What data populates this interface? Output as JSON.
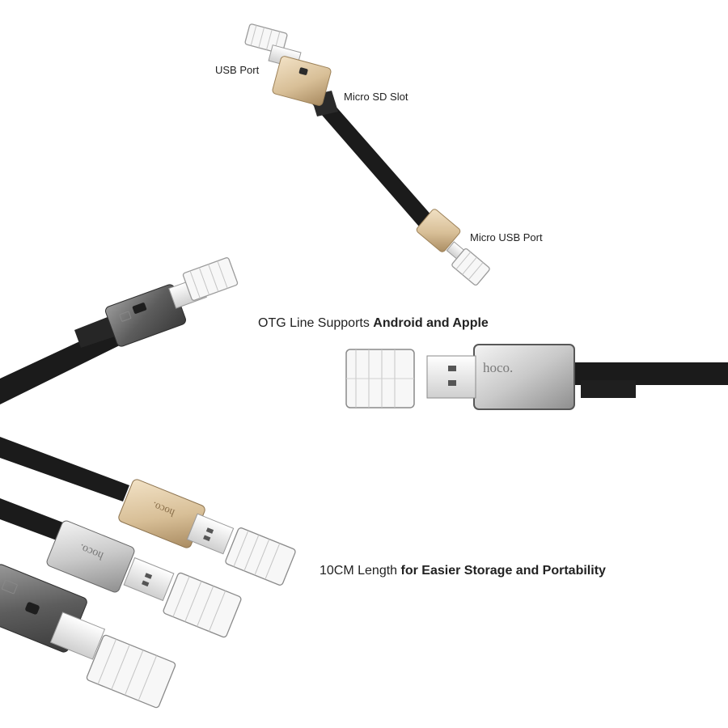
{
  "callouts": {
    "usb_port": "USB Port",
    "micro_sd_slot": "Micro SD Slot",
    "micro_usb_port": "Micro USB Port"
  },
  "headline_otg": {
    "plain": "OTG Line Supports ",
    "bold": "Android and Apple"
  },
  "headline_length": {
    "plain": "10CM Length ",
    "bold": "for Easier Storage and Portability"
  },
  "brand": "hoco.",
  "colors": {
    "gold": "#d8bf97",
    "silver": "#c9c9c9",
    "gunmetal": "#5d5d5d",
    "cable": "#1b1b1b"
  }
}
